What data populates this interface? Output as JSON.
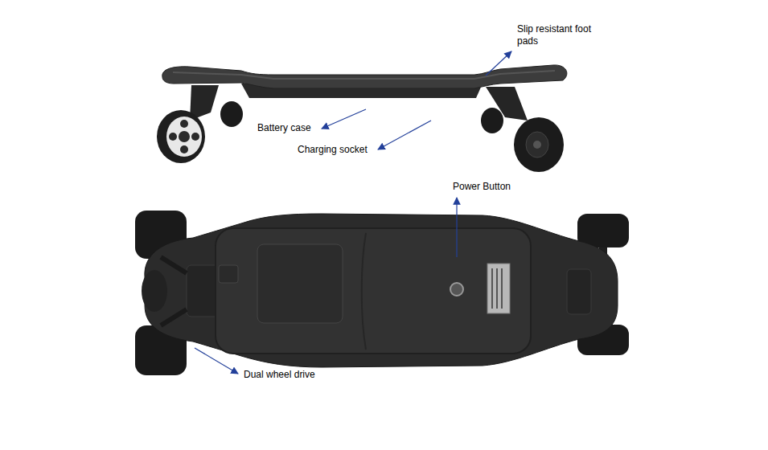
{
  "diagram": {
    "labels": [
      "Slip resistant foot pads",
      "Battery case",
      "Charging socket",
      "Power Button",
      "Dual wheel drive"
    ]
  }
}
